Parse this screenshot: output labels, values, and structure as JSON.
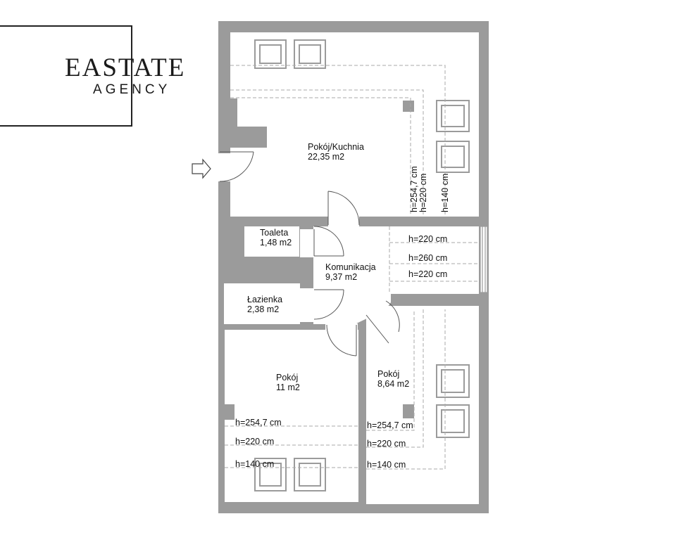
{
  "logo": {
    "brand": "EASTATE",
    "sub": "AGENCY"
  },
  "colors": {
    "wall": "#9b9b9b",
    "floor": "#ffffff",
    "dashed": "#a8a8a8",
    "text": "#111111"
  },
  "entrance": {
    "icon": "entrance-arrow-icon"
  },
  "rooms": [
    {
      "id": "pokoj-kuchnia",
      "name": "Pokój/Kuchnia",
      "area": "22,35 m2"
    },
    {
      "id": "toaleta",
      "name": "Toaleta",
      "area": "1,48 m2"
    },
    {
      "id": "komunikacja",
      "name": "Komunikacja",
      "area": "9,37 m2"
    },
    {
      "id": "lazienka",
      "name": "Łazienka",
      "area": "2,38 m2"
    },
    {
      "id": "pokoj-1",
      "name": "Pokój",
      "area": "11 m2"
    },
    {
      "id": "pokoj-2",
      "name": "Pokój",
      "area": "8,64 m2"
    }
  ],
  "heights": {
    "kitchen_vertical": [
      "h=254,7 cm",
      "h=220 cm",
      "h=140 cm"
    ],
    "corridor": [
      "h=220 cm",
      "h=260 cm",
      "h=220 cm"
    ],
    "room1": [
      "h=254,7 cm",
      "h=220 cm",
      "h=140 cm"
    ],
    "room2": [
      "h=254,7 cm",
      "h=220 cm",
      "h=140 cm"
    ]
  }
}
